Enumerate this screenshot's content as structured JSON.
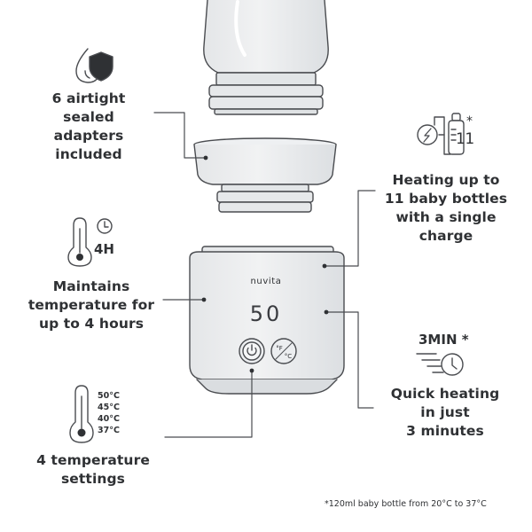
{
  "features": {
    "adapters": {
      "lines": [
        "6 airtight",
        "sealed",
        "adapters",
        "included"
      ]
    },
    "heating": {
      "lines": [
        "Heating up to",
        "11 baby bottles",
        "with a single",
        "charge"
      ]
    },
    "maintains": {
      "lines": [
        "Maintains",
        "temperature for",
        "up to 4 hours"
      ]
    },
    "quick": {
      "lines": [
        "Quick heating",
        "in just",
        "3 minutes"
      ]
    },
    "settings": {
      "lines": [
        "4 temperature",
        "settings"
      ]
    }
  },
  "badges": {
    "time": "4H",
    "count": "11",
    "count_asterisk": "*",
    "speed": "3MIN *"
  },
  "temperatures": [
    "50°C",
    "45°C",
    "40°C",
    "37°C"
  ],
  "device": {
    "brand": "nuvita",
    "display": "50",
    "unit_toggle_top": "°F",
    "unit_toggle_bottom": "°C"
  },
  "footnote": "*120ml baby bottle from 20°C to 37°C",
  "colors": {
    "text": "#2f3134",
    "line": "#4a4c50",
    "device_fill": "#eceef0",
    "device_shade": "#d9dcdf"
  },
  "icons": [
    "drop-shield-icon",
    "thermometer-clock-icon",
    "battery-bottle-icon",
    "fast-clock-icon",
    "thermometer-icon",
    "power-icon"
  ]
}
